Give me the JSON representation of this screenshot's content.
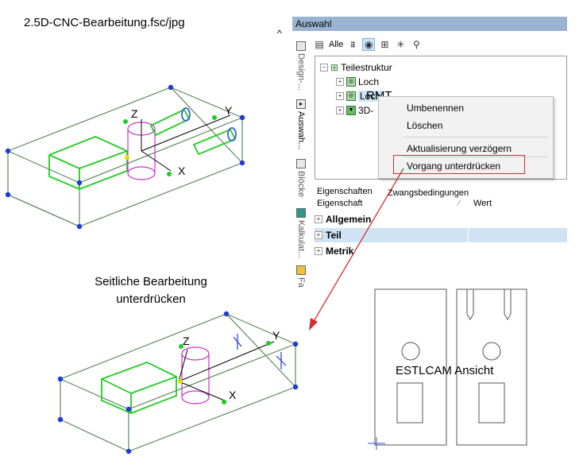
{
  "title": "2.5D-CNC-Bearbeitung.fsc/jpg",
  "caption": {
    "line1": "Seitliche Bearbeitung",
    "line2": "unterdrücken"
  },
  "panel": {
    "header": "Auswahl",
    "collapse_glyph": "^",
    "side_tabs": [
      "Design-...",
      "Auswah...",
      "Blöcke",
      "Kalkulat...",
      "Fa"
    ],
    "toolbar": {
      "alle_label": "Alle"
    }
  },
  "tree": {
    "root": "Teilestruktur",
    "items": [
      "Loch",
      "Loch",
      "3D-"
    ]
  },
  "annotation_rmt": "RMT",
  "context_menu": {
    "items": [
      "Umbenennen",
      "Löschen",
      "Aktualisierung verzögern",
      "Vorgang unterdrücken"
    ]
  },
  "properties": {
    "tabs": [
      "Eigenschaften",
      "Zwangsbedingungen"
    ],
    "col_property": "Eigenschaft",
    "col_value": "Wert",
    "rows": [
      "Allgemein",
      "Teil",
      "Metrik"
    ]
  },
  "axes_top": {
    "x": "X",
    "y": "Y",
    "z": "Z"
  },
  "axes_bottom": {
    "x": "X",
    "y": "Y",
    "z": "Z"
  },
  "estlcam_label": "ESTLCAM Ansicht",
  "colors": {
    "accent": "#99b4d1",
    "highlight": "#d32f2f",
    "wire": "#33cc33",
    "frame": "#5a8a5a",
    "vertex": "#1f3bd6"
  }
}
